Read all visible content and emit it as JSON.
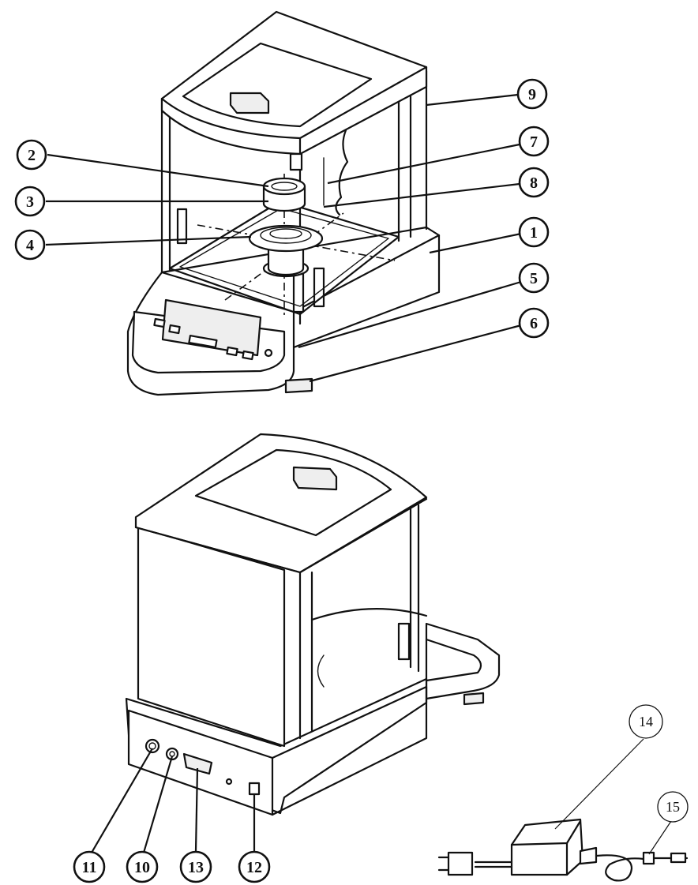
{
  "callouts": [
    {
      "id": "1",
      "style": "bold"
    },
    {
      "id": "2",
      "style": "bold"
    },
    {
      "id": "3",
      "style": "bold"
    },
    {
      "id": "4",
      "style": "bold"
    },
    {
      "id": "5",
      "style": "bold"
    },
    {
      "id": "6",
      "style": "bold"
    },
    {
      "id": "7",
      "style": "bold"
    },
    {
      "id": "8",
      "style": "bold"
    },
    {
      "id": "9",
      "style": "bold"
    },
    {
      "id": "10",
      "style": "bold"
    },
    {
      "id": "11",
      "style": "bold"
    },
    {
      "id": "12",
      "style": "bold"
    },
    {
      "id": "13",
      "style": "bold"
    },
    {
      "id": "14",
      "style": "thin"
    },
    {
      "id": "15",
      "style": "thin"
    }
  ],
  "colors": {
    "line": "#111111",
    "background": "#ffffff"
  }
}
